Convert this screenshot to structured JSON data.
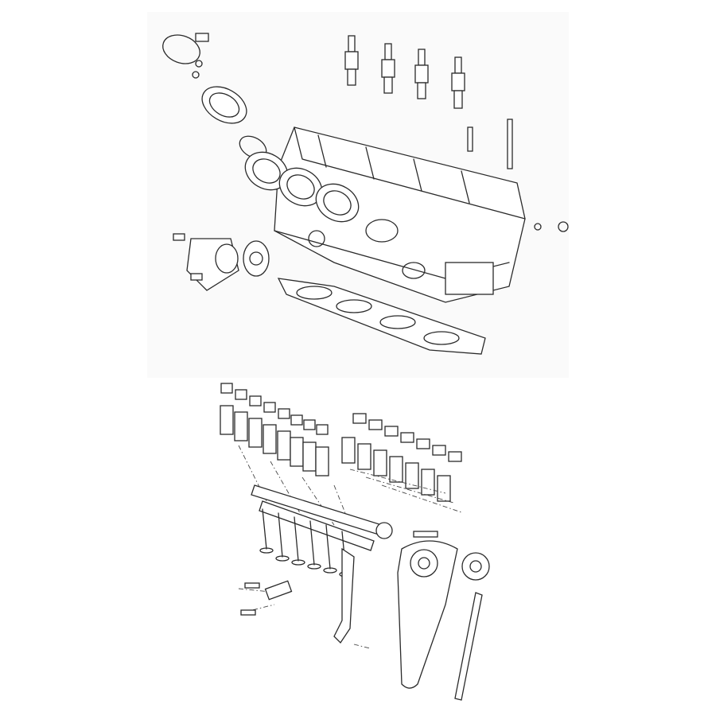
{
  "diagram": {
    "colors": {
      "line": "#2a2a2a",
      "background": "#ffffff",
      "panel": "#fafafa"
    },
    "parts": [
      "spark-plug",
      "cylinder-head",
      "intake-boot",
      "head-gasket",
      "thermostat-housing",
      "valve",
      "valve-spring",
      "bucket-tappet",
      "camshaft",
      "cam-sprocket",
      "timing-chain",
      "chain-guide",
      "chain-tensioner"
    ]
  }
}
